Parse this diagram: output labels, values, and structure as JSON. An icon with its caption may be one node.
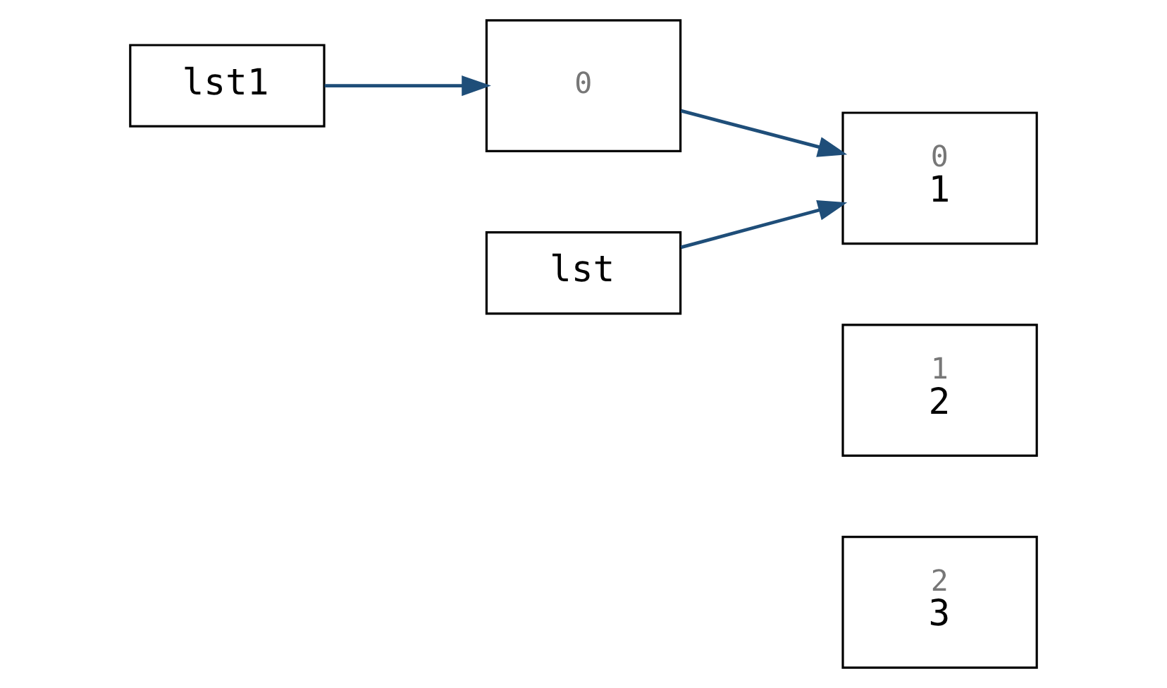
{
  "diagram": {
    "nodes": [
      {
        "text": [
          "lst1"
        ]
      },
      {
        "text": [
          "0"
        ]
      },
      {
        "text": [
          "lst"
        ]
      },
      {
        "text": [
          "0",
          "1"
        ]
      },
      {
        "text": [
          "1",
          "2"
        ]
      },
      {
        "text": [
          "2",
          "3"
        ]
      }
    ],
    "edges": [
      {
        "from": 0,
        "to": 1,
        "arrow": "to"
      },
      {
        "from": 1,
        "to": 3,
        "arrow": "to"
      },
      {
        "from": 2,
        "to": 3,
        "arrow": "to"
      }
    ]
  }
}
